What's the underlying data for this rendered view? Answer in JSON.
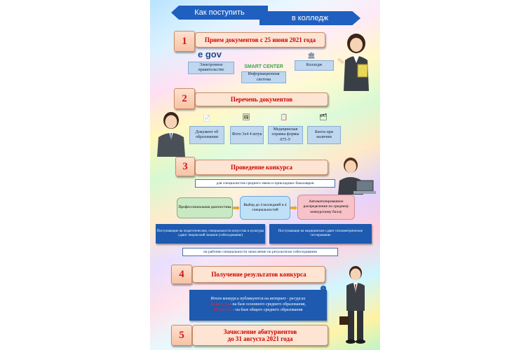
{
  "header": {
    "left_arrow": "Как поступить",
    "right_arrow": "в колледж"
  },
  "step1": {
    "number": "1",
    "title": "Прием документов с 25 июня 2021 года",
    "egov_logo": "e gov",
    "egov_label": "Электронное правительство",
    "smart_logo": "SMART CENTER",
    "smart_label": "Информационная система",
    "college_label": "Колледж"
  },
  "step2": {
    "number": "2",
    "title": "Перечень документов",
    "docs": [
      {
        "label": "Документ об образовании",
        "icon": "document-icon"
      },
      {
        "label": "Фото 3х4 4 штук",
        "icon": "photo-icon"
      },
      {
        "label": "Медицинская справка формы 075-У",
        "icon": "medical-form-icon"
      },
      {
        "label": "Квота при наличии",
        "icon": "quota-icon"
      }
    ]
  },
  "step3": {
    "number": "3",
    "title": "Проведение конкурса",
    "subtitle": "для специалистов среднего звена и прикладных бакалавров",
    "prof_diag": "Профессиональная диагностика",
    "choice": "Выбор до 4 колледжей и 4 специальностей",
    "auto": "Автоматизированное распределение по среднему конкурсному баллу",
    "pedagog": "Поступающие на педагогические, специальности искусства и культуры сдают творческий экзамен (собеседование)",
    "medical": "Поступающие на медицинские сдают психометрическое тестирование",
    "workers": "на рабочие специальности зачисление по результатам собеседования"
  },
  "step4": {
    "number": "4",
    "title": "Получение результатов конкурса",
    "info_line1": "Итоги конкурса публикуются на интернет - ресурсах",
    "date1": "28 августа",
    "info_line2": " - на базе основного среднего образования,",
    "date2": "25 августа",
    "info_line3": " - на базе общего среднего образования",
    "accent_color": "#ff2020"
  },
  "step5": {
    "number": "5",
    "title_line1": "Зачисление абитуриентов",
    "title_line2": "до 31 августа 2021 года"
  }
}
